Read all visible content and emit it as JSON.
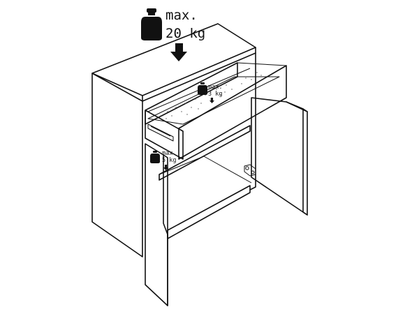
{
  "top_load": {
    "line1": "max.",
    "line2": "20 kg"
  },
  "drawer_load": {
    "line1": "max.",
    "line2": "3 kg"
  },
  "shelf_load": {
    "line1": "max.",
    "line2": "5 kg"
  }
}
